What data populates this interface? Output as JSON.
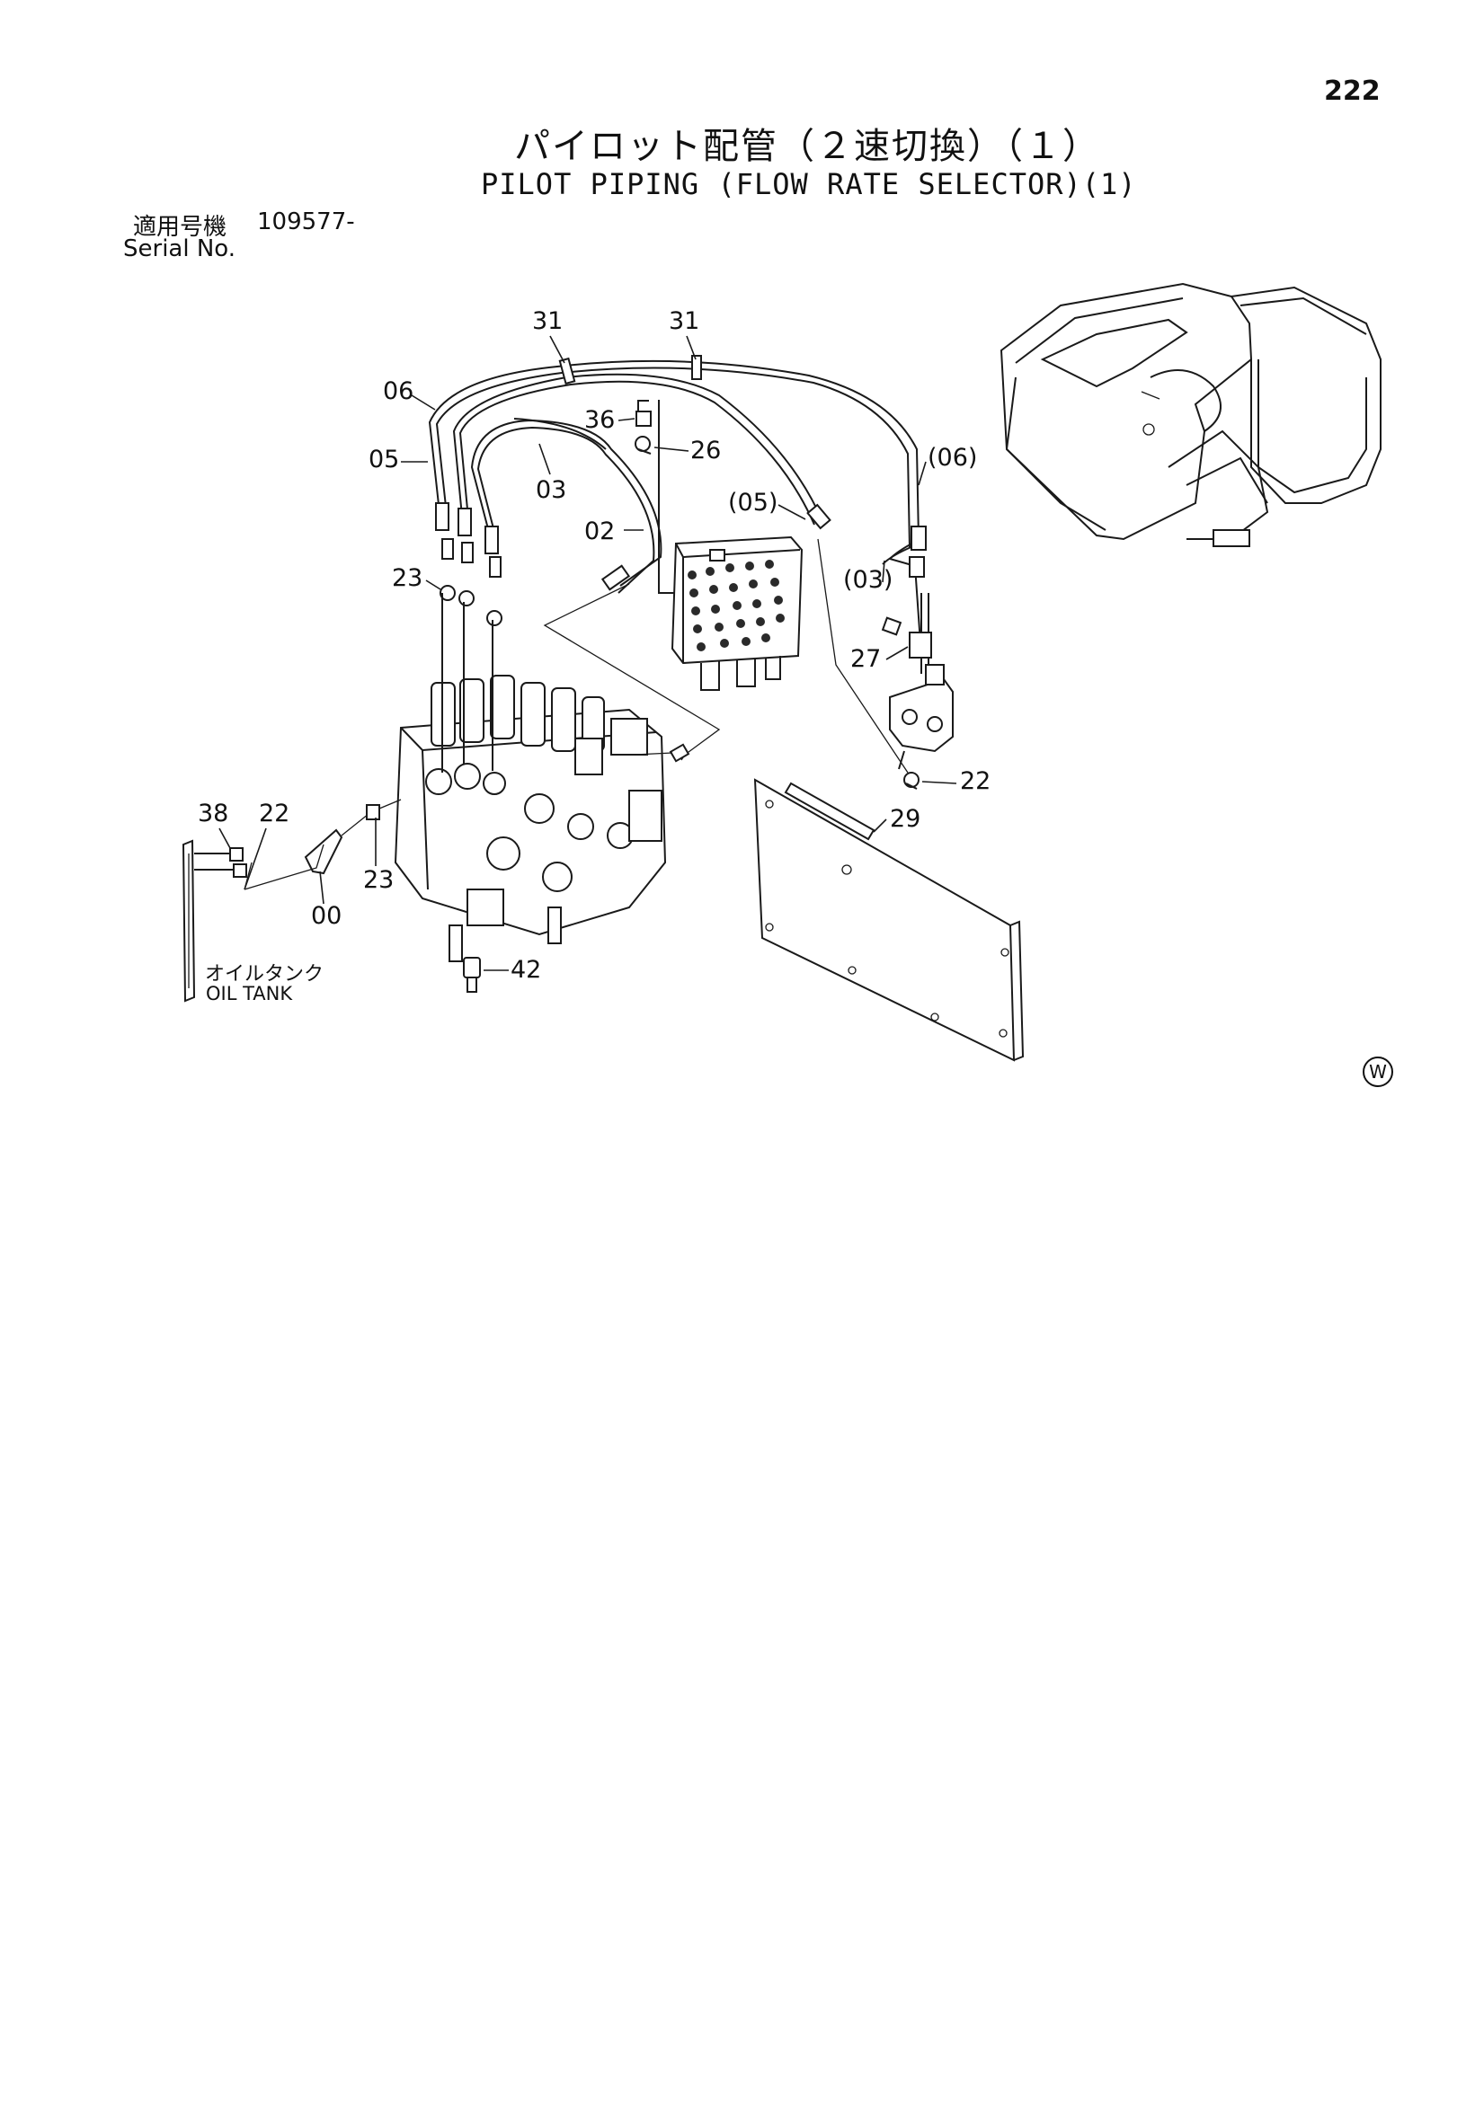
{
  "page": {
    "number": "222"
  },
  "header": {
    "title_jp": "パイロット配管（２速切換）（１）",
    "title_en": "PILOT PIPING (FLOW RATE SELECTOR)(1)"
  },
  "serial": {
    "label_jp": "適用号機",
    "label_en": "Serial No.",
    "value": "109577-"
  },
  "oil_tank": {
    "label_jp": "オイルタンク",
    "label_en": "OIL TANK"
  },
  "mark": "W",
  "callouts": {
    "c31a": "31",
    "c31b": "31",
    "c06": "06",
    "c05": "05",
    "c36a": "36",
    "c26": "26",
    "c03": "03",
    "c02": "02",
    "c05p": "(05)",
    "c06p": "(06)",
    "c03p": "(03)",
    "c23a": "23",
    "c27": "27",
    "c22a": "22",
    "c29": "29",
    "c38": "38",
    "c22b": "22",
    "c23b": "23",
    "c00": "00",
    "c42": "42"
  }
}
